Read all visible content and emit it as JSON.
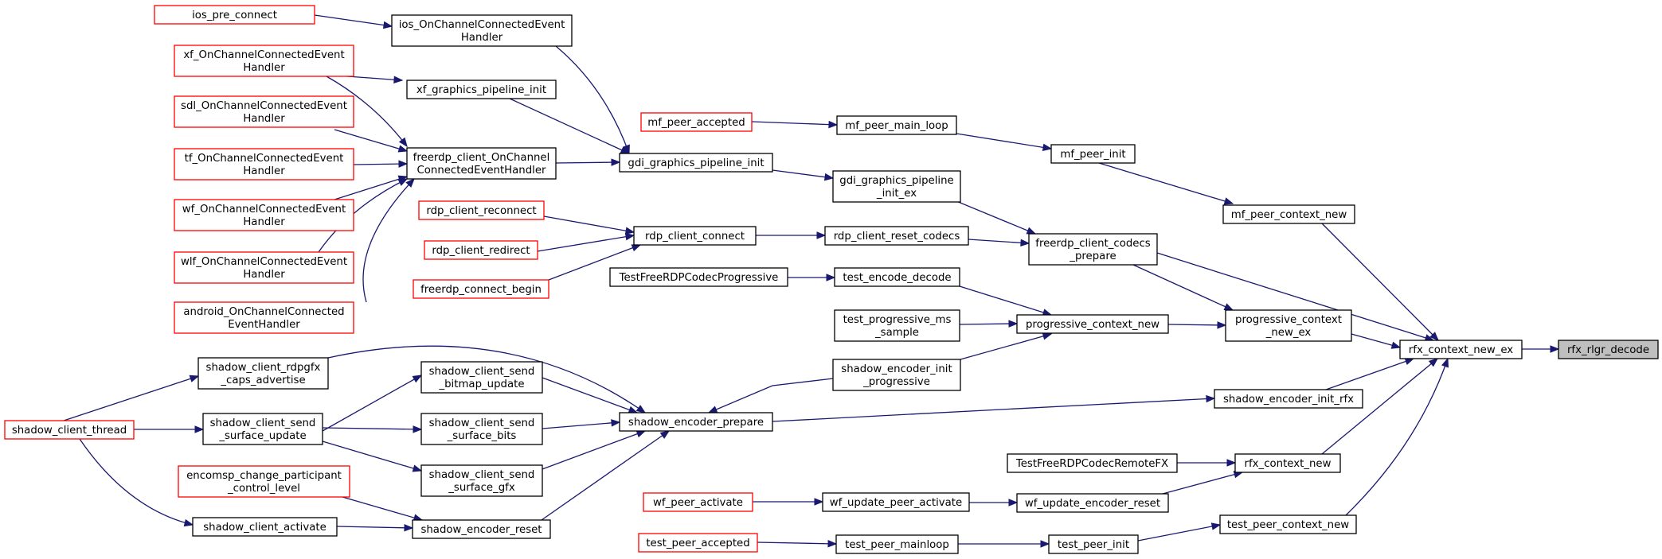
{
  "graph": {
    "colors": {
      "edge": "#191970",
      "external_node_border": "#ff0000",
      "node_border": "#000000",
      "focus_fill": "#bfbfbf"
    },
    "nodes": {
      "n_ios_pre": [
        "ios_pre_connect"
      ],
      "n_ios_occ": [
        "ios_OnChannelConnectedEvent",
        "Handler"
      ],
      "n_xf_occ": [
        "xf_OnChannelConnectedEvent",
        "Handler"
      ],
      "n_xf_gpi": [
        "xf_graphics_pipeline_init"
      ],
      "n_sdl_occ": [
        "sdl_OnChannelConnectedEvent",
        "Handler"
      ],
      "n_tf_occ": [
        "tf_OnChannelConnectedEvent",
        "Handler"
      ],
      "n_fc_occ": [
        "freerdp_client_OnChannel",
        "ConnectedEventHandler"
      ],
      "n_wf_occ": [
        "wf_OnChannelConnectedEvent",
        "Handler"
      ],
      "n_wlf_occ": [
        "wlf_OnChannelConnectedEvent",
        "Handler"
      ],
      "n_and_occ": [
        "android_OnChannelConnected",
        "EventHandler"
      ],
      "n_gdi_gpi": [
        "gdi_graphics_pipeline_init"
      ],
      "n_mf_acc": [
        "mf_peer_accepted"
      ],
      "n_mf_loop": [
        "mf_peer_main_loop"
      ],
      "n_mf_init": [
        "mf_peer_init"
      ],
      "n_gdi_gpie": [
        "gdi_graphics_pipeline",
        "_init_ex"
      ],
      "n_rdp_recon": [
        "rdp_client_reconnect"
      ],
      "n_rdp_redir": [
        "rdp_client_redirect"
      ],
      "n_fr_cb": [
        "freerdp_connect_begin"
      ],
      "n_rdp_conn": [
        "rdp_client_connect"
      ],
      "n_rdp_reset": [
        "rdp_client_reset_codecs"
      ],
      "n_fc_codecs": [
        "freerdp_client_codecs",
        "_prepare"
      ],
      "n_mf_ctx": [
        "mf_peer_context_new"
      ],
      "n_tfrcp": [
        "TestFreeRDPCodecProgressive"
      ],
      "n_ted": [
        "test_encode_decode"
      ],
      "n_tpms": [
        "test_progressive_ms",
        "_sample"
      ],
      "n_pcn": [
        "progressive_context_new"
      ],
      "n_pcne": [
        "progressive_context",
        "_new_ex"
      ],
      "n_rfxne": [
        "rfx_context_new_ex"
      ],
      "n_rfx_rlgr": [
        "rfx_rlgr_decode"
      ],
      "n_scrca": [
        "shadow_client_rdpgfx",
        "_caps_advertise"
      ],
      "n_scsbu": [
        "shadow_client_send",
        "_bitmap_update"
      ],
      "n_seip": [
        "shadow_encoder_init",
        "_progressive"
      ],
      "n_sct": [
        "shadow_client_thread"
      ],
      "n_scssu": [
        "shadow_client_send",
        "_surface_update"
      ],
      "n_scssb": [
        "shadow_client_send",
        "_surface_bits"
      ],
      "n_sep": [
        "shadow_encoder_prepare"
      ],
      "n_seir": [
        "shadow_encoder_init_rfx"
      ],
      "n_ecpcl": [
        "encomsp_change_participant",
        "_control_level"
      ],
      "n_scsg": [
        "shadow_client_send",
        "_surface_gfx"
      ],
      "n_tfrcr": [
        "TestFreeRDPCodecRemoteFX"
      ],
      "n_rfxn": [
        "rfx_context_new"
      ],
      "n_wf_act": [
        "wf_peer_activate"
      ],
      "n_wf_upa": [
        "wf_update_peer_activate"
      ],
      "n_wf_uer": [
        "wf_update_encoder_reset"
      ],
      "n_sca": [
        "shadow_client_activate"
      ],
      "n_ser": [
        "shadow_encoder_reset"
      ],
      "n_tpa": [
        "test_peer_accepted"
      ],
      "n_tpml": [
        "test_peer_mainloop"
      ],
      "n_tpi": [
        "test_peer_init"
      ],
      "n_tpcn": [
        "test_peer_context_new"
      ]
    }
  }
}
